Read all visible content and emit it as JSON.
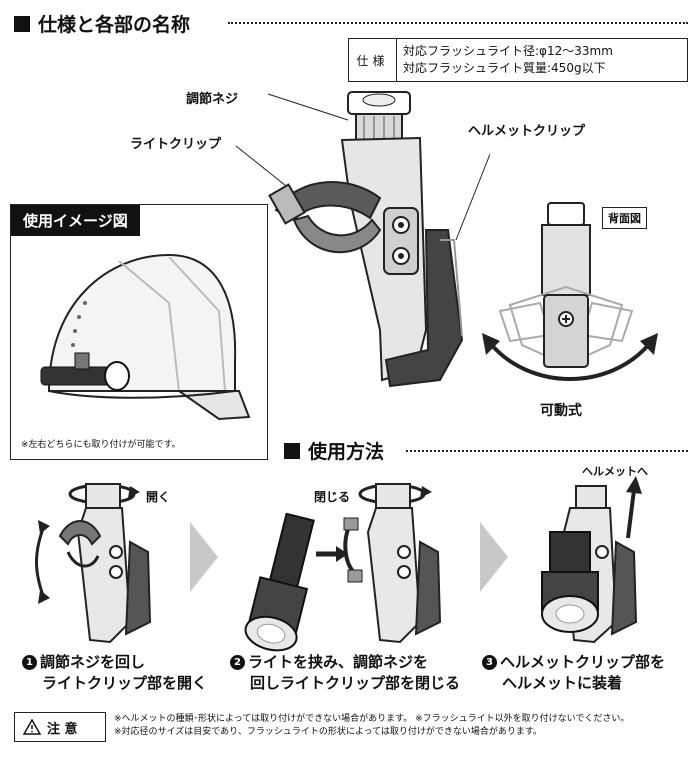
{
  "section_specs": {
    "title": "仕様と各部の名称"
  },
  "specs": {
    "key": "仕様",
    "line1": "対応フラッシュライト径:φ12～33mm",
    "line2": "対応フラッシュライト質量:450g以下"
  },
  "parts": {
    "adjust_screw": "調節ネジ",
    "light_clip": "ライトクリップ",
    "helmet_clip": "ヘルメットクリップ",
    "back_view": "背面図",
    "movable": "可動式"
  },
  "usage_image": {
    "title": "使用イメージ図",
    "note": "※左右どちらにも取り付けが可能です。"
  },
  "section_usage": {
    "title": "使用方法"
  },
  "steps": [
    {
      "num": "1",
      "line1": "調節ネジを回し",
      "line2": "ライトクリップ部を開く",
      "tag": "開く"
    },
    {
      "num": "2",
      "line1": "ライトを挟み、調節ネジを",
      "line2": "回しライトクリップ部を閉じる",
      "tag": "閉じる"
    },
    {
      "num": "3",
      "line1": "ヘルメットクリップ部を",
      "line2": "ヘルメットに装着",
      "tag": "ヘルメットへ"
    }
  ],
  "caution": {
    "label": "注 意",
    "note1": "※ヘルメットの種類･形状によっては取り付けができない場合があります。 ※フラッシュライト以外を取り付けないでください。",
    "note2": "※対応径のサイズは目安であり、フラッシュライトの形状によっては取り付けができない場合があります。"
  }
}
